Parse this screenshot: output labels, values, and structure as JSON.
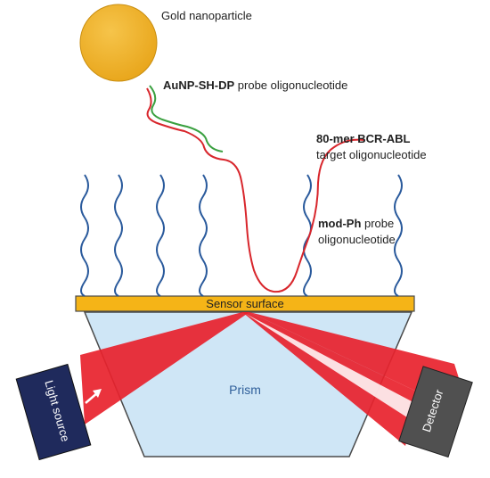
{
  "labels": {
    "gold_nanoparticle": "Gold nanoparticle",
    "aunp_probe_bold": "AuNP-SH-DP",
    "aunp_probe_rest": " probe oligonucleotide",
    "target_line1": "80-mer BCR-ABL",
    "target_line2": "target oligonucleotide",
    "modph_bold": "mod-Ph",
    "modph_rest": " probe",
    "modph_line2": "oligonucleotide",
    "sensor_surface": "Sensor surface",
    "prism": "Prism",
    "light_source": "Light source",
    "detector": "Detector"
  },
  "colors": {
    "gold": "#f0b62a",
    "gold_edge": "#c98e10",
    "sensor_fill": "#f5b417",
    "prism_fill": "#cfe6f6",
    "prism_edge": "#4a4a4a",
    "beam": "#e8222c",
    "probe_strand": "#2a5a9c",
    "target_strand": "#d8262c",
    "au_probe_strand": "#3aa040",
    "light_source_box": "#1f2a5c",
    "detector_box": "#505050",
    "prism_text": "#2f5f9a"
  },
  "icons": {
    "light_arrow": "arrow-icon"
  }
}
